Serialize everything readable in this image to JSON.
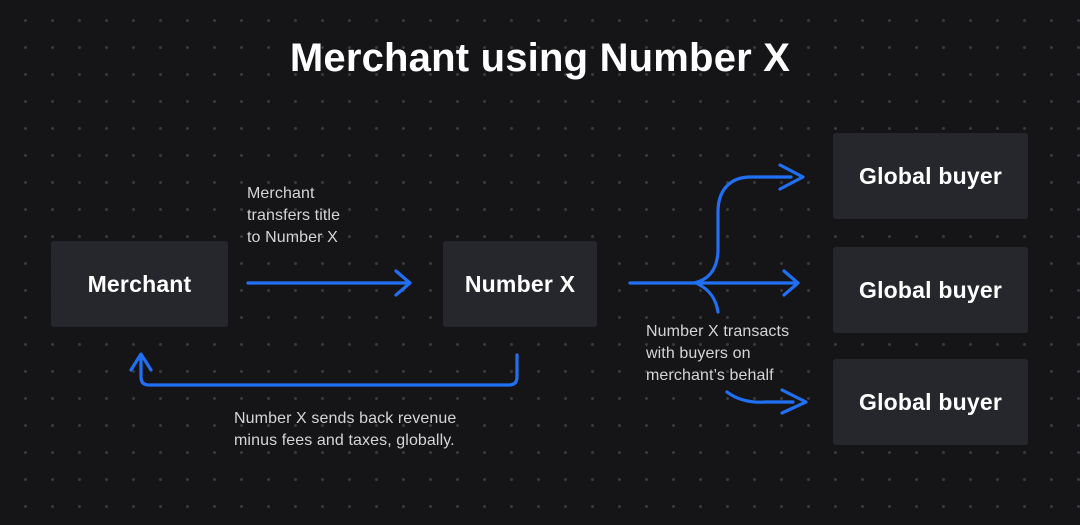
{
  "title": "Merchant using Number X",
  "colors": {
    "background": "#151518",
    "dot_grid": "#3a3a41",
    "node_background": "#26272c",
    "node_text": "#ffffff",
    "annotation_text": "#d5d5d8",
    "arrow_accent": "#2170f3"
  },
  "nodes": {
    "merchant": {
      "label": "Merchant"
    },
    "number_x": {
      "label": "Number X"
    },
    "global_buyers": [
      {
        "label": "Global buyer"
      },
      {
        "label": "Global buyer"
      },
      {
        "label": "Global buyer"
      }
    ]
  },
  "annotations": {
    "transfer_title": "Merchant\ntransfers title\nto Number X",
    "transacts": "Number X transacts\nwith buyers on\nmerchant’s behalf",
    "revenue": "Number X sends back revenue\nminus fees and taxes, globally."
  }
}
